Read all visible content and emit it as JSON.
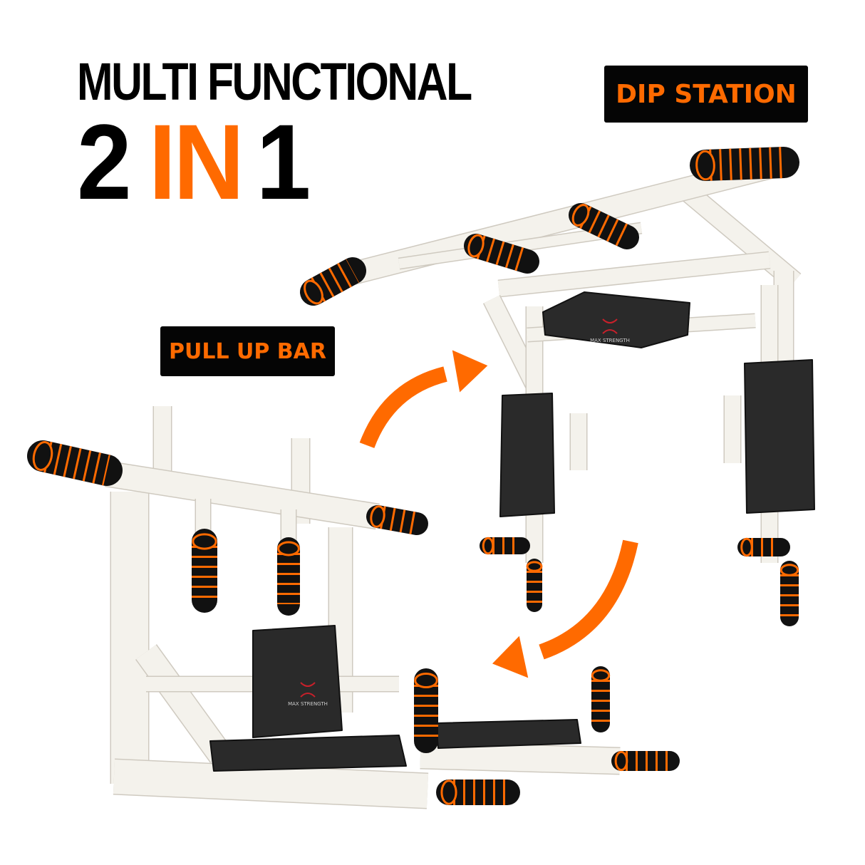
{
  "headline": {
    "line1": "MULTI FUNCTIONAL",
    "num_left": "2",
    "middle": "IN",
    "num_right": "1"
  },
  "labels": {
    "dip_station": "DIP STATION",
    "pull_up_bar": "PULL UP BAR"
  },
  "brand": {
    "name": "MAX STRENGTH"
  },
  "colors": {
    "accent": "#ff6a00",
    "label_bg": "#050505",
    "frame": "#f4f2ec",
    "pad": "#2a2a2a"
  },
  "icons": [
    "curved-arrow-icon",
    "brand-logo-icon"
  ]
}
